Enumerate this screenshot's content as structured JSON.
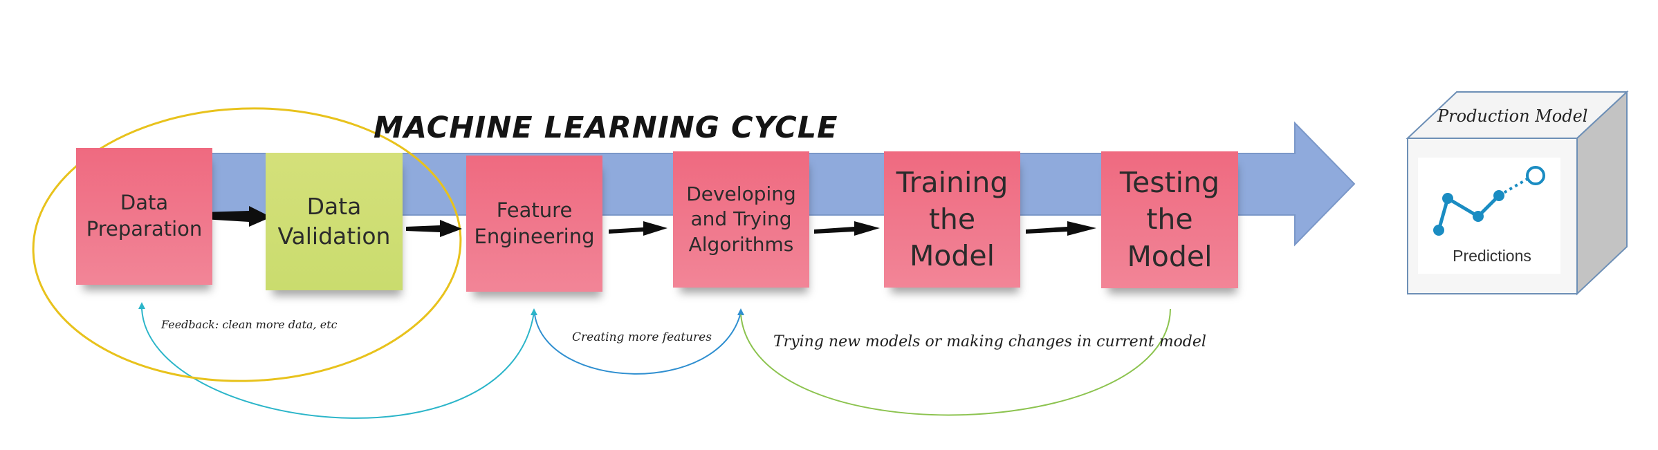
{
  "title": "MACHINE LEARNING CYCLE",
  "steps": [
    {
      "label": "Data\nPreparation",
      "color": "pink"
    },
    {
      "label": "Data\nValidation",
      "color": "green"
    },
    {
      "label": "Feature\nEngineering",
      "color": "pink"
    },
    {
      "label": "Developing\nand Trying\nAlgorithms",
      "color": "pink"
    },
    {
      "label": "Training\nthe\nModel",
      "color": "pink"
    },
    {
      "label": "Testing\nthe\nModel",
      "color": "pink"
    }
  ],
  "feedback_loops": [
    {
      "label": "Feedback: clean more data, etc",
      "color": "#2bb5c9"
    },
    {
      "label": "Creating more features",
      "color": "#2f8fd0"
    },
    {
      "label": "Trying new models or making changes in current model",
      "color": "#8cc34f"
    }
  ],
  "production": {
    "label": "Production Model",
    "caption": "Predictions",
    "icon": "line-chart-icon",
    "accent": "#1a8cc2"
  },
  "colors": {
    "band": "#8faadc",
    "pink_note": "#ef6f85",
    "green_note": "#cfdd74",
    "ellipse": "#e8c21c"
  }
}
